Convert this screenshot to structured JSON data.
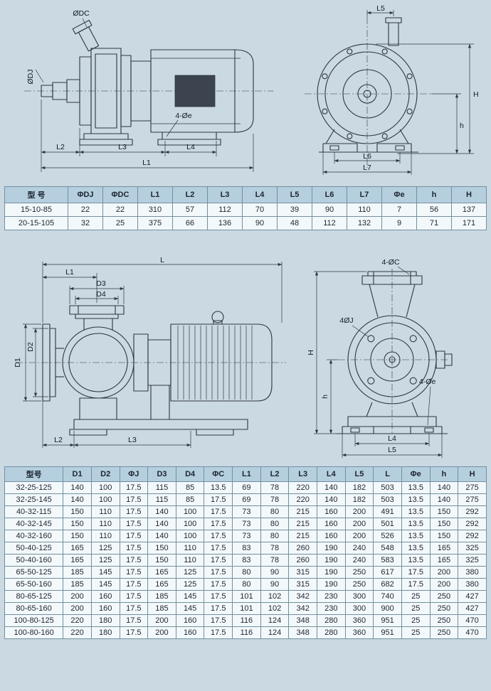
{
  "colors": {
    "page_bg": "#cbd9e3",
    "header_bg": "#b6cfdf",
    "cell_bg": "#f3f8fb",
    "grid": "#72909f"
  },
  "drawing1": {
    "side_labels": {
      "dc": "ØDC",
      "dj": "ØDJ",
      "holes": "4-Øe",
      "L1": "L1",
      "L2": "L2",
      "L3": "L3",
      "L4": "L4"
    },
    "end_labels": {
      "L5": "L5",
      "H": "H",
      "h": "h",
      "L6": "L6",
      "L7": "L7"
    }
  },
  "drawing2": {
    "side_labels": {
      "L": "L",
      "L1": "L1",
      "D3": "D3",
      "D4": "D4",
      "D1": "D1",
      "D2": "D2",
      "L2": "L2",
      "L3": "L3"
    },
    "end_labels": {
      "C": "4-ØC",
      "J": "4ØJ",
      "e": "4-Øe",
      "H": "H",
      "h": "h",
      "L4": "L4",
      "L5": "L5"
    }
  },
  "table1": {
    "headers": [
      "型 号",
      "ΦDJ",
      "ΦDC",
      "L1",
      "L2",
      "L3",
      "L4",
      "L5",
      "L6",
      "L7",
      "Φe",
      "h",
      "H"
    ],
    "rows": [
      [
        "15-10-85",
        "22",
        "22",
        "310",
        "57",
        "112",
        "70",
        "39",
        "90",
        "110",
        "7",
        "56",
        "137"
      ],
      [
        "20-15-105",
        "32",
        "25",
        "375",
        "66",
        "136",
        "90",
        "48",
        "112",
        "132",
        "9",
        "71",
        "171"
      ]
    ]
  },
  "table2": {
    "headers": [
      "型号",
      "D1",
      "D2",
      "ΦJ",
      "D3",
      "D4",
      "ΦC",
      "L1",
      "L2",
      "L3",
      "L4",
      "L5",
      "L",
      "Φe",
      "h",
      "H"
    ],
    "rows": [
      [
        "32-25-125",
        "140",
        "100",
        "17.5",
        "115",
        "85",
        "13.5",
        "69",
        "78",
        "220",
        "140",
        "182",
        "503",
        "13.5",
        "140",
        "275"
      ],
      [
        "32-25-145",
        "140",
        "100",
        "17.5",
        "115",
        "85",
        "17.5",
        "69",
        "78",
        "220",
        "140",
        "182",
        "503",
        "13.5",
        "140",
        "275"
      ],
      [
        "40-32-115",
        "150",
        "110",
        "17.5",
        "140",
        "100",
        "17.5",
        "73",
        "80",
        "215",
        "160",
        "200",
        "491",
        "13.5",
        "150",
        "292"
      ],
      [
        "40-32-145",
        "150",
        "110",
        "17.5",
        "140",
        "100",
        "17.5",
        "73",
        "80",
        "215",
        "160",
        "200",
        "501",
        "13.5",
        "150",
        "292"
      ],
      [
        "40-32-160",
        "150",
        "110",
        "17.5",
        "140",
        "100",
        "17.5",
        "73",
        "80",
        "215",
        "160",
        "200",
        "526",
        "13.5",
        "150",
        "292"
      ],
      [
        "50-40-125",
        "165",
        "125",
        "17.5",
        "150",
        "110",
        "17.5",
        "83",
        "78",
        "260",
        "190",
        "240",
        "548",
        "13.5",
        "165",
        "325"
      ],
      [
        "50-40-160",
        "165",
        "125",
        "17.5",
        "150",
        "110",
        "17.5",
        "83",
        "78",
        "260",
        "190",
        "240",
        "583",
        "13.5",
        "165",
        "325"
      ],
      [
        "65-50-125",
        "185",
        "145",
        "17.5",
        "165",
        "125",
        "17.5",
        "80",
        "90",
        "315",
        "190",
        "250",
        "617",
        "17.5",
        "200",
        "380"
      ],
      [
        "65-50-160",
        "185",
        "145",
        "17.5",
        "165",
        "125",
        "17.5",
        "80",
        "90",
        "315",
        "190",
        "250",
        "682",
        "17.5",
        "200",
        "380"
      ],
      [
        "80-65-125",
        "200",
        "160",
        "17.5",
        "185",
        "145",
        "17.5",
        "101",
        "102",
        "342",
        "230",
        "300",
        "740",
        "25",
        "250",
        "427"
      ],
      [
        "80-65-160",
        "200",
        "160",
        "17.5",
        "185",
        "145",
        "17.5",
        "101",
        "102",
        "342",
        "230",
        "300",
        "900",
        "25",
        "250",
        "427"
      ],
      [
        "100-80-125",
        "220",
        "180",
        "17.5",
        "200",
        "160",
        "17.5",
        "116",
        "124",
        "348",
        "280",
        "360",
        "951",
        "25",
        "250",
        "470"
      ],
      [
        "100-80-160",
        "220",
        "180",
        "17.5",
        "200",
        "160",
        "17.5",
        "116",
        "124",
        "348",
        "280",
        "360",
        "951",
        "25",
        "250",
        "470"
      ]
    ]
  }
}
